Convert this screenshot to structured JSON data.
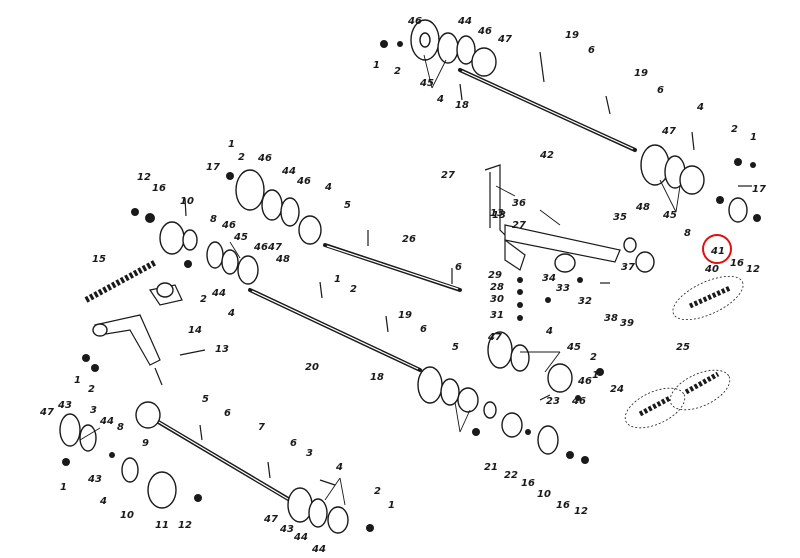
{
  "part_numbers": {
    "top_assembly": [
      "46",
      "44",
      "46",
      "47",
      "1",
      "2",
      "45",
      "4",
      "18",
      "19",
      "6",
      "19",
      "6",
      "42",
      "4",
      "47",
      "2",
      "1",
      "48",
      "45",
      "17",
      "8",
      "41",
      "16",
      "12",
      "40",
      "27",
      "36",
      "13",
      "35",
      "34",
      "37",
      "33",
      "32",
      "38",
      "39",
      "29",
      "30",
      "31",
      "28",
      "27",
      "4",
      "5",
      "47",
      "45",
      "46",
      "46",
      "2",
      "1",
      "23",
      "21",
      "22",
      "16",
      "10",
      "16",
      "12",
      "24",
      "25"
    ],
    "left_assembly": [
      "1",
      "2",
      "46",
      "44",
      "46",
      "17",
      "12",
      "16",
      "10",
      "8",
      "46",
      "45",
      "4",
      "5",
      "26",
      "6",
      "15",
      "2",
      "44",
      "46",
      "47",
      "48",
      "4",
      "13",
      "14",
      "1",
      "2",
      "18",
      "19",
      "6",
      "1",
      "2",
      "20",
      "13"
    ],
    "bottom_assembly": [
      "47",
      "43",
      "3",
      "44",
      "8",
      "9",
      "4",
      "1",
      "43",
      "10",
      "11",
      "12",
      "5",
      "6",
      "7",
      "6",
      "3",
      "4",
      "2",
      "1",
      "47",
      "43",
      "44",
      "44"
    ]
  },
  "highlight": {
    "label": "41",
    "color": "#e01010"
  }
}
